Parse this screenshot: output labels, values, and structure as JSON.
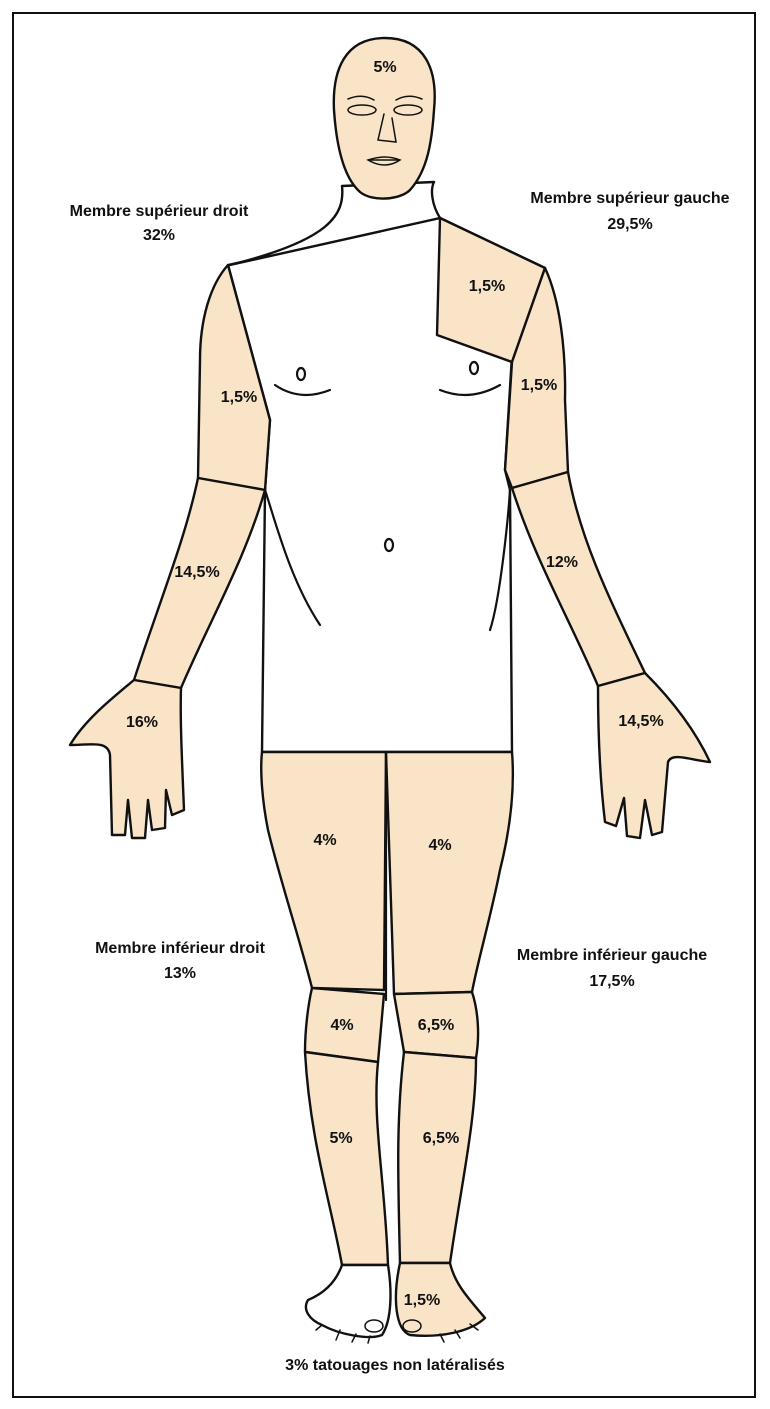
{
  "groups": {
    "upper_right": {
      "title": "Membre supérieur droit",
      "value": "32%"
    },
    "upper_left": {
      "title": "Membre supérieur gauche",
      "value": "29,5%"
    },
    "lower_right": {
      "title": "Membre inférieur droit",
      "value": "13%"
    },
    "lower_left": {
      "title": "Membre inférieur gauche",
      "value": "17,5%"
    }
  },
  "regions": {
    "head": "5%",
    "right_upper_arm": "1,5%",
    "right_forearm": "14,5%",
    "right_hand": "16%",
    "left_shoulder": "1,5%",
    "left_upper_arm": "1,5%",
    "left_forearm": "12%",
    "left_hand": "14,5%",
    "right_thigh": "4%",
    "left_thigh": "4%",
    "right_knee": "4%",
    "left_knee": "6,5%",
    "right_shin": "5%",
    "left_shin": "6,5%",
    "left_foot": "1,5%"
  },
  "footer": "3% tatouages non latéralisés",
  "colors": {
    "skin": "#f9e4c8",
    "outline": "#111111",
    "background": "#ffffff"
  }
}
